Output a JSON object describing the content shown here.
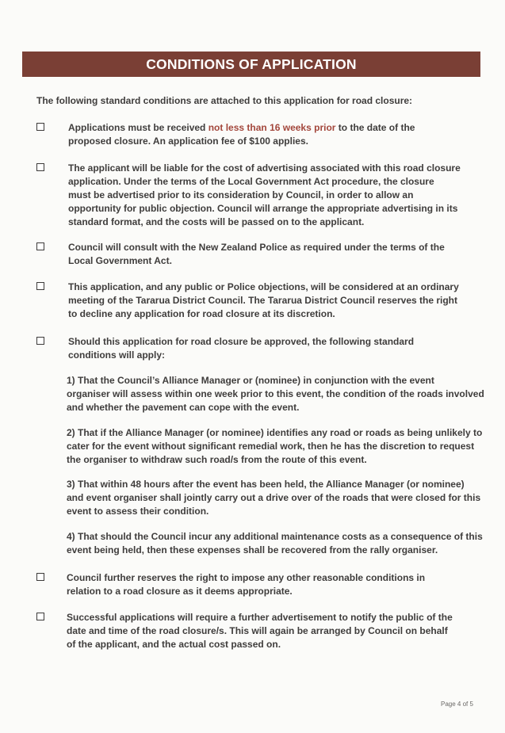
{
  "header": {
    "title": "CONDITIONS OF APPLICATION"
  },
  "intro": "The following standard conditions are attached to this application for road closure:",
  "conditions": [
    {
      "lines": [
        {
          "before": "Applications must be received ",
          "highlight": "not less than 16 weeks prior",
          "after": " to the date of the"
        },
        "proposed closure. An application fee of $100 applies."
      ]
    },
    {
      "lines": [
        "The applicant will be liable for the cost of advertising associated with this road closure",
        "application. Under the terms of the Local Government Act procedure, the closure",
        "must be advertised prior to its consideration by Council, in order to allow an",
        "opportunity for public objection. Council will arrange the appropriate advertising in its",
        "standard format, and the costs will be passed on to the applicant."
      ]
    },
    {
      "lines": [
        "Council will consult with the New Zealand Police as required under the terms of the",
        "Local Government Act."
      ]
    },
    {
      "lines": [
        "This application, and any public or Police objections, will be considered at an ordinary",
        "meeting of the Tararua District Council. The Tararua District Council reserves the right",
        "to decline any application for road closure at its discretion."
      ]
    },
    {
      "lines": [
        "Should this application for road closure be approved, the following standard",
        "conditions will apply:"
      ]
    },
    {
      "lines": [
        "Council further reserves the right to impose any other reasonable conditions in",
        "relation to a road closure as it deems appropriate."
      ]
    },
    {
      "lines": [
        "Successful applications will require a further advertisement to notify the public of the",
        "date and time of the road closure/s. This will again be arranged by Council on behalf",
        "of the applicant, and the actual cost passed on."
      ]
    }
  ],
  "sub_conditions": [
    {
      "lines": [
        "1) That the Council’s Alliance Manager or (nominee)  in conjunction with the event",
        "organiser will assess within one week prior to this event, the condition of the roads involved",
        "and whether the pavement can cope with the event."
      ]
    },
    {
      "lines": [
        "2) That if the Alliance Manager (or nominee) identifies any road or roads as being unlikely to",
        "cater for the event without significant remedial work, then he has the discretion to request",
        "the organiser to withdraw such road/s from the route of this event."
      ]
    },
    {
      "lines": [
        "3) That within 48 hours after the event has been held, the Alliance Manager (or nominee)",
        "and event organiser shall jointly carry out a drive over of the roads that were closed for this",
        "event to assess their condition."
      ]
    },
    {
      "lines": [
        "4) That should the Council incur any additional maintenance costs as a consequence of this",
        "event being held, then these expenses shall be recovered from the rally organiser."
      ]
    }
  ],
  "footer": {
    "page": "Page 4 of 5"
  },
  "colors": {
    "header_bg": "#7a3f35",
    "highlight": "#a3473c",
    "text": "#3f3d3c"
  }
}
